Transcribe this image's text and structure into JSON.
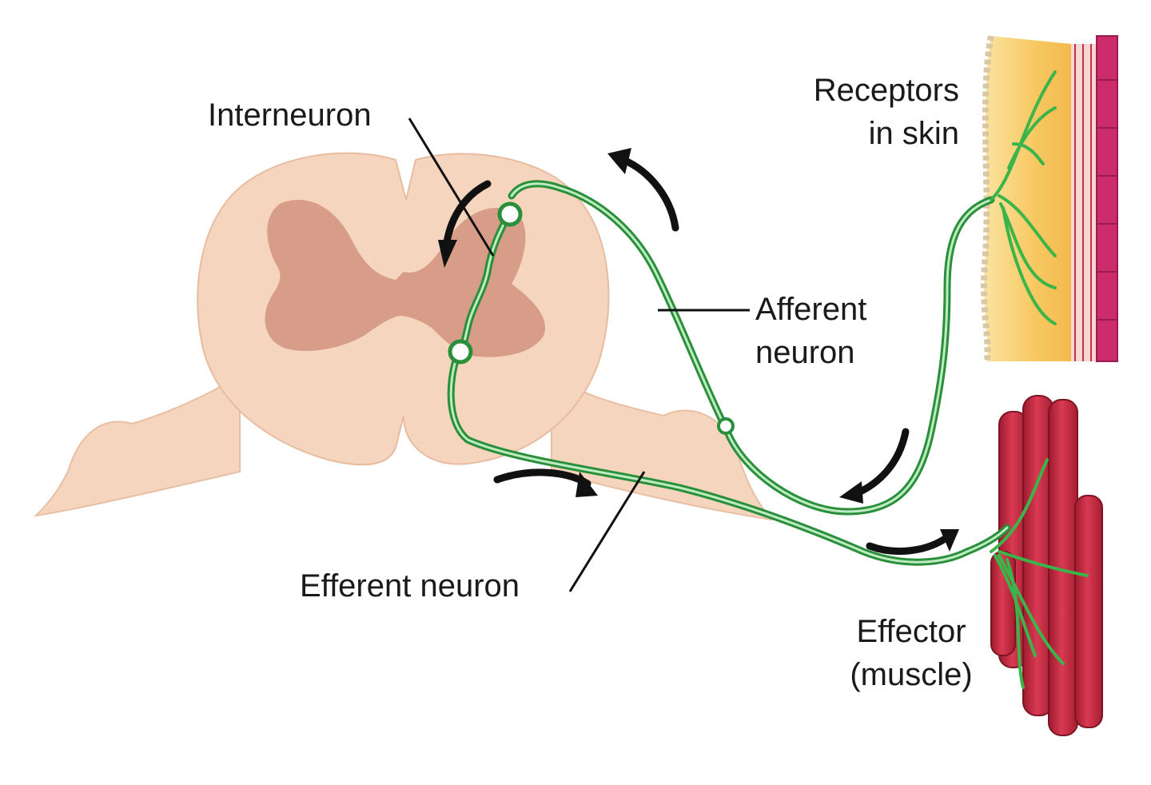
{
  "labels": {
    "interneuron": "Interneuron",
    "receptors": {
      "line1": "Receptors",
      "line2": "in skin"
    },
    "afferent": {
      "line1": "Afferent",
      "line2": "neuron"
    },
    "efferent": "Efferent neuron",
    "effector": {
      "line1": "Effector",
      "line2": "(muscle)"
    }
  },
  "colors": {
    "spinal_cord": "#f5d5bd",
    "gray_matter": "#d89d88",
    "neuron": "#3bb54a",
    "skin_fat": "#f7c860",
    "muscle": "#c8283e",
    "arrow": "#111111"
  }
}
